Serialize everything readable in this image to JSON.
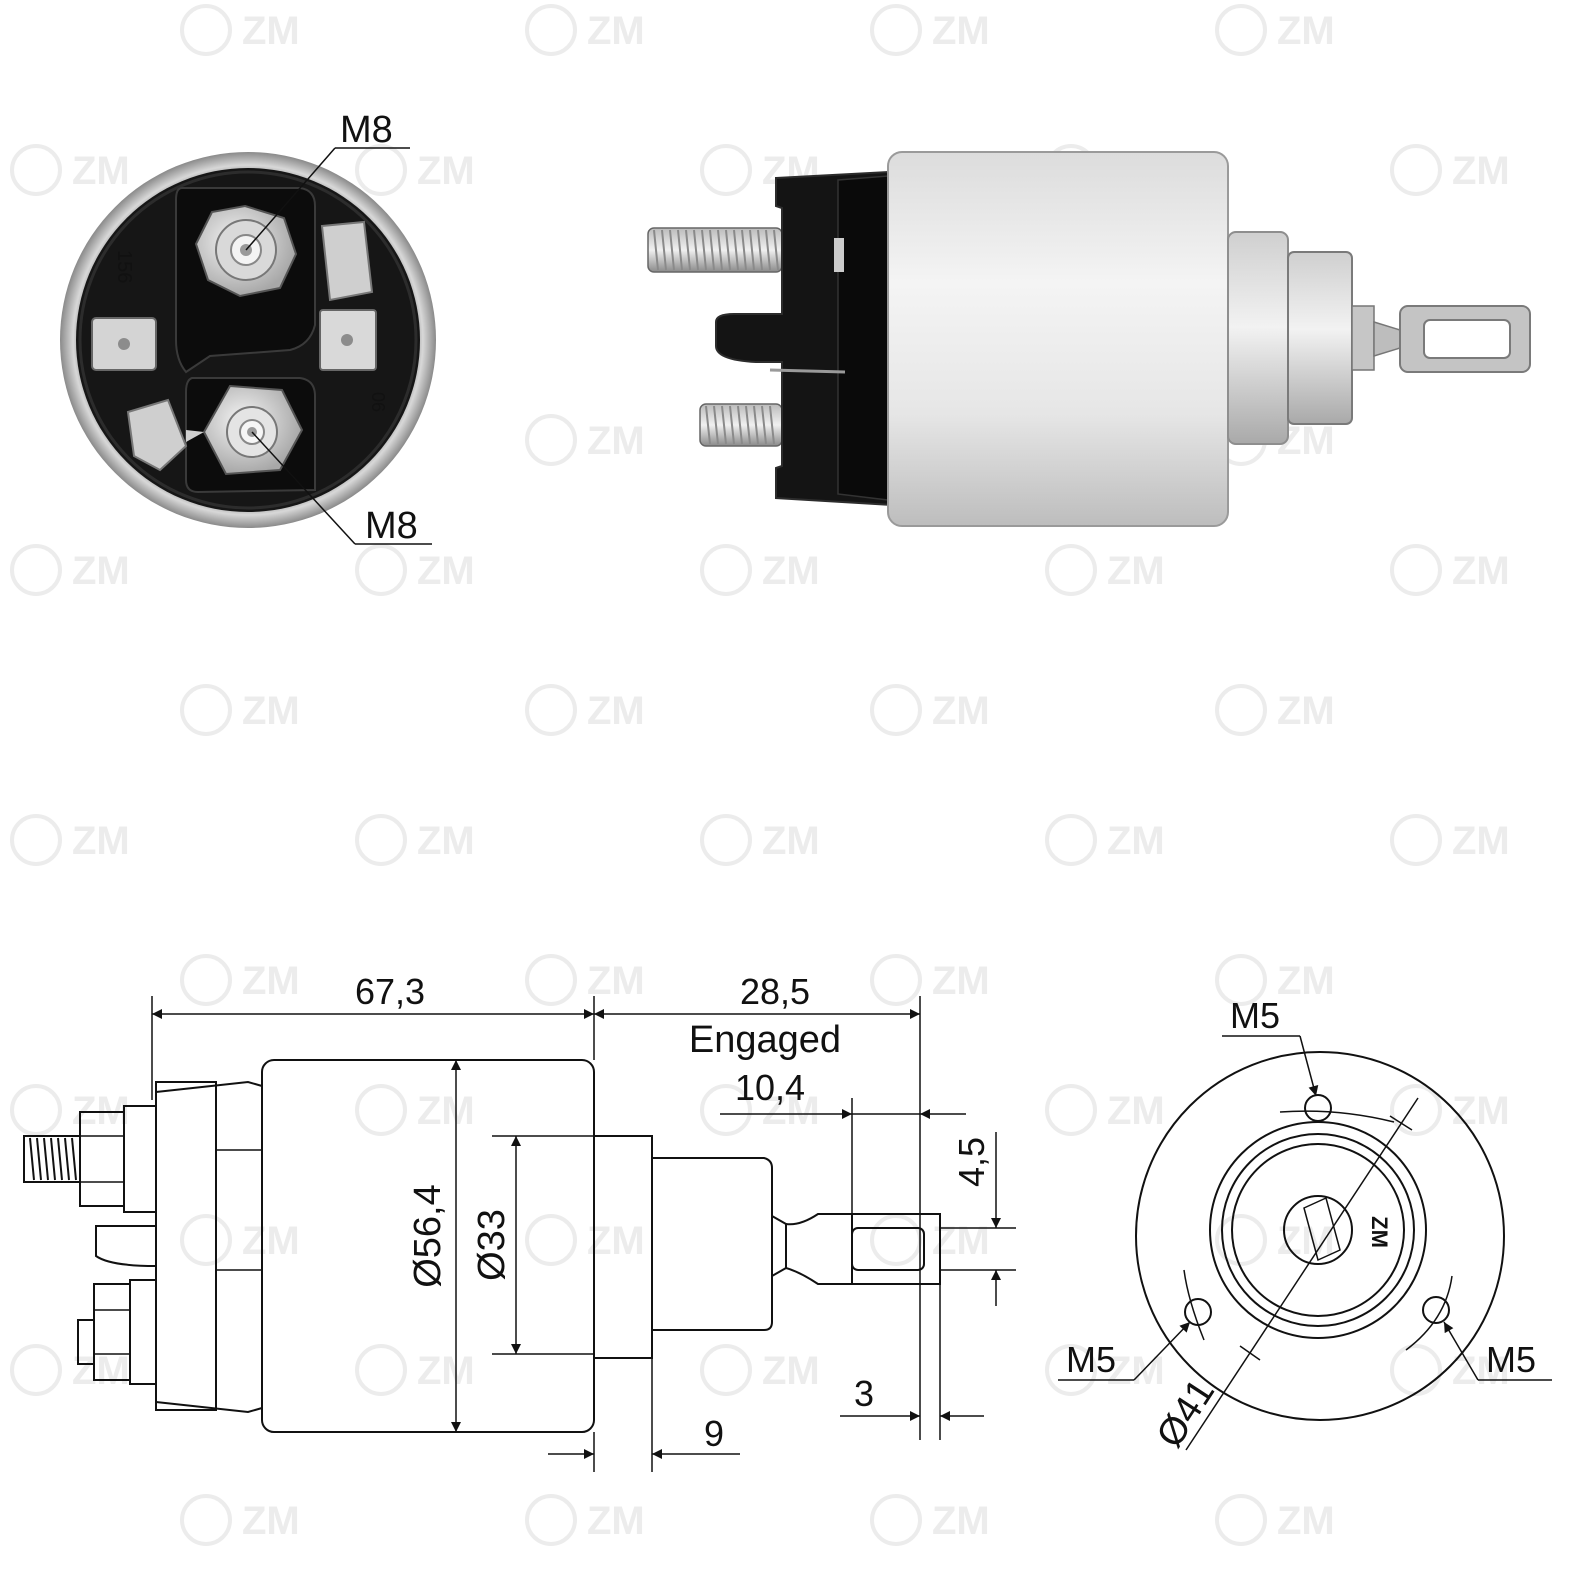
{
  "watermark": {
    "text": "ZM"
  },
  "photo_end": {
    "callout_top": "M8",
    "callout_bottom": "M8",
    "stamp_1": "156",
    "stamp_2": "06"
  },
  "drawing_side": {
    "length_body": "67,3",
    "length_plunger": "28,5",
    "engaged_label": "Engaged",
    "stroke": "10,4",
    "slot_width": "4,5",
    "diameter_body": "Ø56,4",
    "diameter_nose": "Ø33",
    "tip_thickness": "3",
    "nose_offset": "9"
  },
  "drawing_end": {
    "m5_top": "M5",
    "m5_left": "M5",
    "m5_right": "M5",
    "bolt_circle": "Ø41",
    "logo": "ZM"
  }
}
